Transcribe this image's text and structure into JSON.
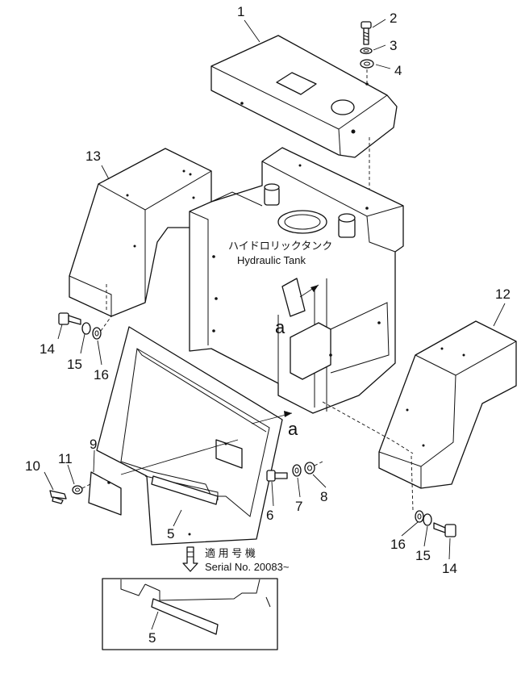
{
  "callouts": {
    "c1": "1",
    "c2": "2",
    "c3": "3",
    "c4": "4",
    "c5a": "5",
    "c5b": "5",
    "c6": "6",
    "c7": "7",
    "c8": "8",
    "c9": "9",
    "c10": "10",
    "c11": "11",
    "c12": "12",
    "c13": "13",
    "c14a": "14",
    "c15a": "15",
    "c16a": "16",
    "c14b": "14",
    "c15b": "15",
    "c16b": "16"
  },
  "labels": {
    "tank_jp": "ハイドロリックタンク",
    "tank_en": "Hydraulic Tank",
    "view_a1": "a",
    "view_a2": "a",
    "serial_jp": "適 用 号 機",
    "serial_en": "Serial No. 20083~"
  }
}
